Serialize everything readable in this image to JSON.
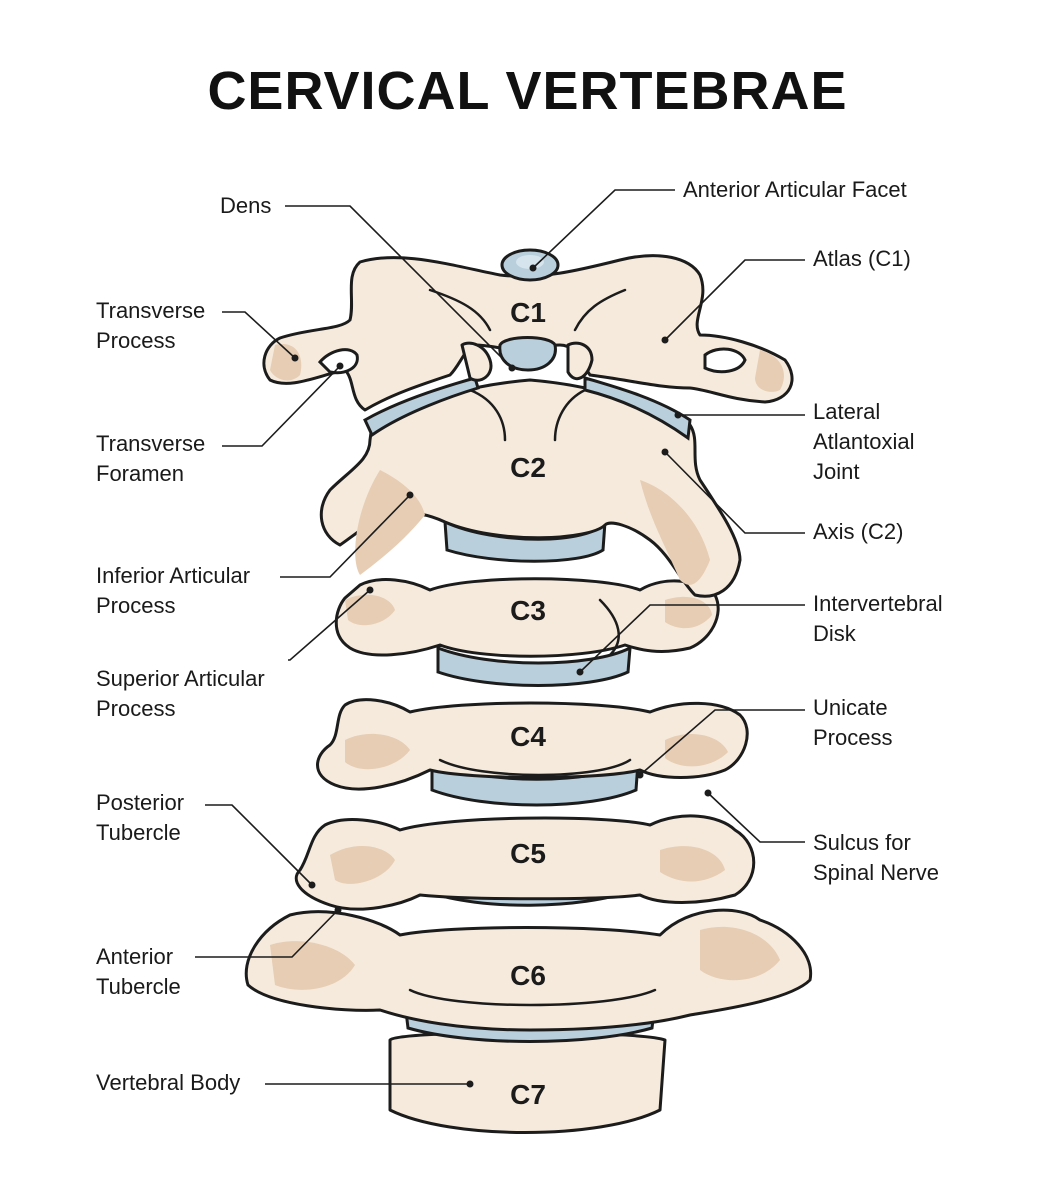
{
  "title": "CERVICAL VERTEBRAE",
  "vertebrae": [
    "C1",
    "C2",
    "C3",
    "C4",
    "C5",
    "C6",
    "C7"
  ],
  "labels": {
    "dens": "Dens",
    "anterior_articular_facet": "Anterior Articular Facet",
    "atlas": "Atlas (C1)",
    "transverse_process": "Transverse\nProcess",
    "transverse_foramen": "Transverse\nForamen",
    "lateral_atlantoaxial_joint": "Lateral\nAtlantoxial\nJoint",
    "axis": "Axis (C2)",
    "inferior_articular_process": "Inferior Articular\nProcess",
    "intervertebral_disk": "Intervertebral\nDisk",
    "superior_articular_process": "Superior Articular\nProcess",
    "unicate_process": "Unicate\nProcess",
    "posterior_tubercle": "Posterior\nTubercle",
    "sulcus_for_spinal_nerve": "Sulcus for\nSpinal Nerve",
    "anterior_tubercle": "Anterior\nTubercle",
    "vertebral_body": "Vertebral Body"
  },
  "colors": {
    "bone": "#f6eadc",
    "bone_shade": "#e6cdb4",
    "disk": "#b9cfdc",
    "outline": "#1c1c1c"
  }
}
